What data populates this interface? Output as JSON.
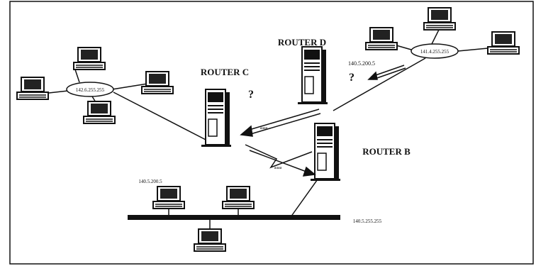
{
  "routers": {
    "b": {
      "label": "ROUTER B"
    },
    "c": {
      "label": "ROUTER C",
      "mark": "?"
    },
    "d": {
      "label": "ROUTER D",
      "mark": "?"
    }
  },
  "networks": {
    "left": {
      "label": "142.6.255.255"
    },
    "right": {
      "label": "141.4.255.255"
    },
    "bottom": {
      "label": "140.5.255.255"
    }
  },
  "addresses": {
    "router_d_link": "140.5.200.5",
    "bottom_host": "140.5.200.5",
    "arrow_c_label": "aaaa",
    "arrow_b_label": "aaaa"
  },
  "colors": {
    "ink": "#111111",
    "screen": "#222222",
    "paper": "#ffffff"
  }
}
